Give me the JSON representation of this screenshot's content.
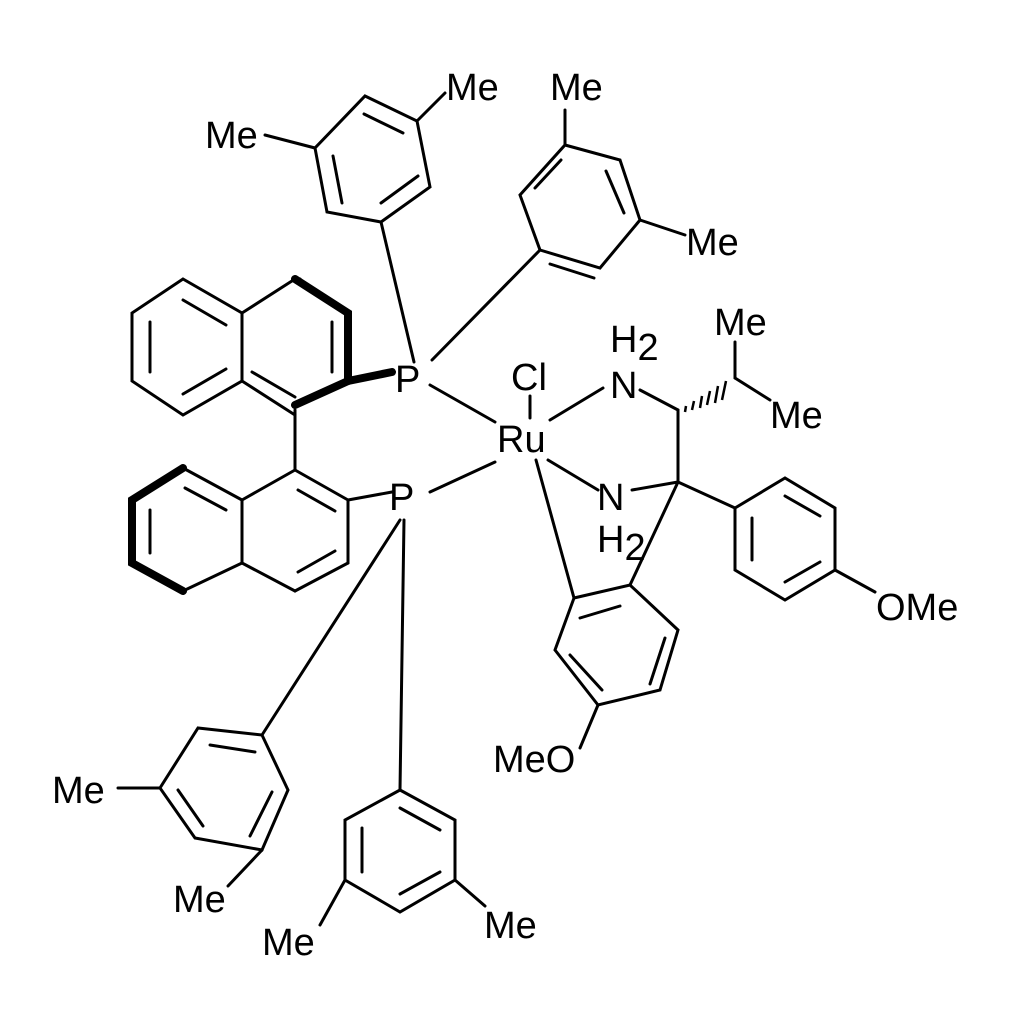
{
  "atoms": {
    "ru": "Ru",
    "cl": "Cl",
    "p_upper": "P",
    "p_lower": "P",
    "n_upper": "N",
    "n_upper_h": "H",
    "n_upper_h_sub": "2",
    "n_lower": "N",
    "n_lower_h": "H",
    "n_lower_h_sub": "2"
  },
  "substituents": {
    "me_1": "Me",
    "me_2": "Me",
    "me_3": "Me",
    "me_4": "Me",
    "me_ipr_top": "Me",
    "me_ipr_bottom": "Me",
    "ome_right": "OMe",
    "meo_bottom": "MeO",
    "me_5": "Me",
    "me_6": "Me",
    "me_7": "Me",
    "me_8": "Me"
  }
}
